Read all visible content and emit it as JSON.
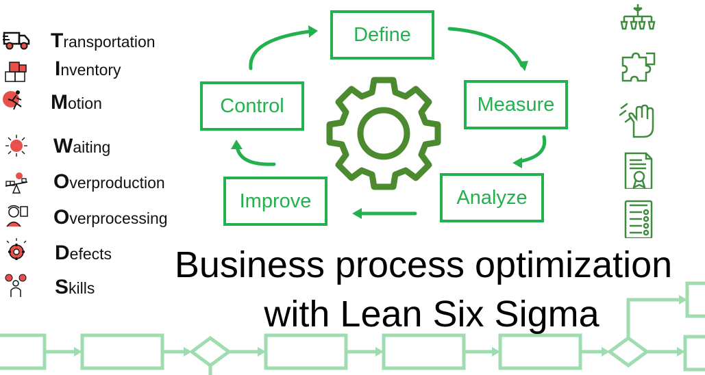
{
  "wastes": [
    {
      "letter": "T",
      "rest": "ransportation",
      "icon": "truck-icon"
    },
    {
      "letter": "I",
      "rest": "nventory",
      "icon": "boxes-icon"
    },
    {
      "letter": "M",
      "rest": "otion",
      "icon": "running-person-icon"
    },
    {
      "letter": "W",
      "rest": "aiting",
      "icon": "clock-burst-icon"
    },
    {
      "letter": "O",
      "rest": "verproduction",
      "icon": "scale-icon"
    },
    {
      "letter": "O",
      "rest": "verprocessing",
      "icon": "stressed-person-icon"
    },
    {
      "letter": "D",
      "rest": "efects",
      "icon": "broken-gear-icon"
    },
    {
      "letter": "S",
      "rest": "kills",
      "icon": "person-ideas-icon"
    }
  ],
  "cycle": {
    "define": "Define",
    "measure": "Measure",
    "analyze": "Analyze",
    "improve": "Improve",
    "control": "Control"
  },
  "title": {
    "line1": "Business process optimization",
    "line2": "with Lean Six Sigma"
  },
  "colors": {
    "accent": "#22b14c",
    "gear": "#4b8a2e",
    "waste_icon_red": "#e8504c",
    "flow": "#9fdcb0",
    "right_icons": "#3d8b3d"
  },
  "right_icons": [
    "hierarchy-icon",
    "puzzle-icon",
    "hand-cleaning-icon",
    "certificate-icon",
    "checklist-icon"
  ]
}
